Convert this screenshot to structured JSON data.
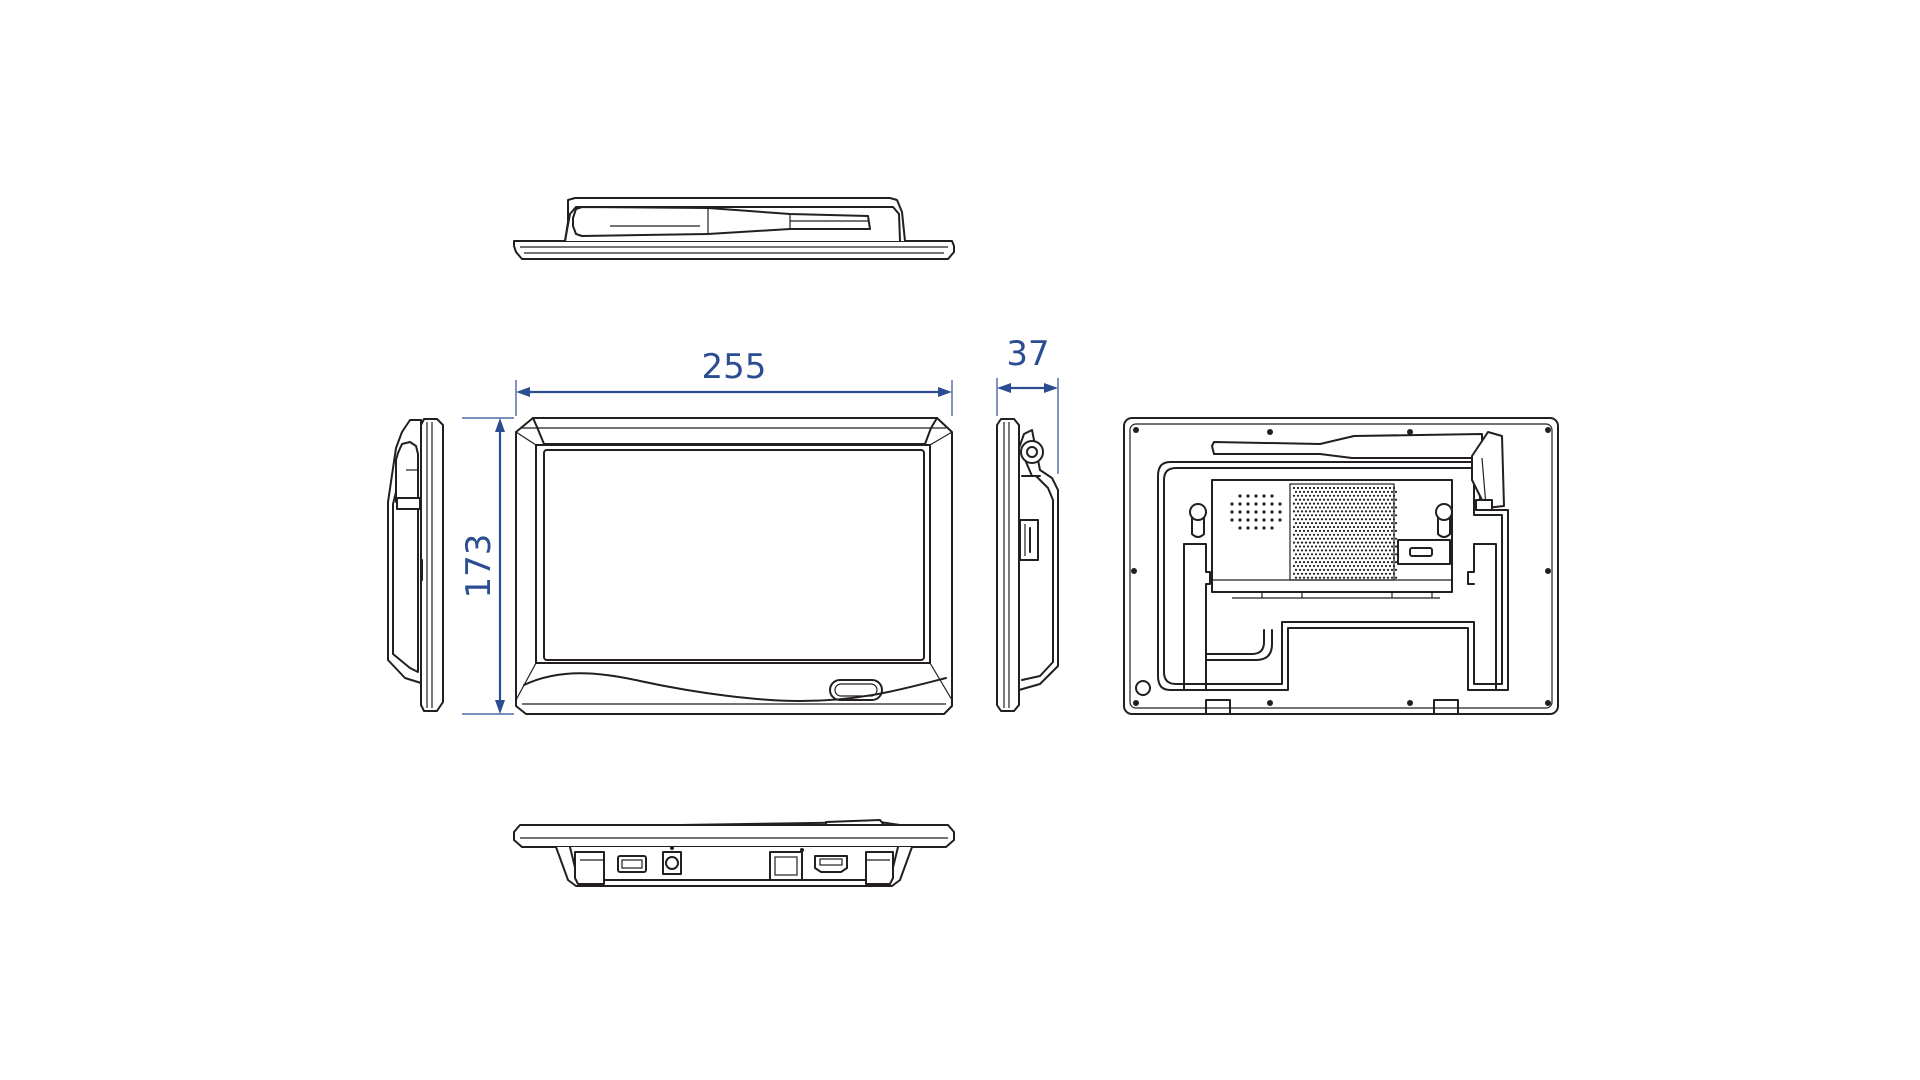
{
  "dimensions": {
    "width": {
      "value": "255",
      "unit": ""
    },
    "height": {
      "value": "173",
      "unit": ""
    },
    "depth": {
      "value": "37",
      "unit": ""
    }
  },
  "views": [
    "top-view",
    "left-view",
    "front-view",
    "right-view",
    "rear-view",
    "bottom-view"
  ],
  "colors": {
    "outline": "#231f20",
    "dimension": "#2b4d91",
    "background": "#ffffff"
  }
}
